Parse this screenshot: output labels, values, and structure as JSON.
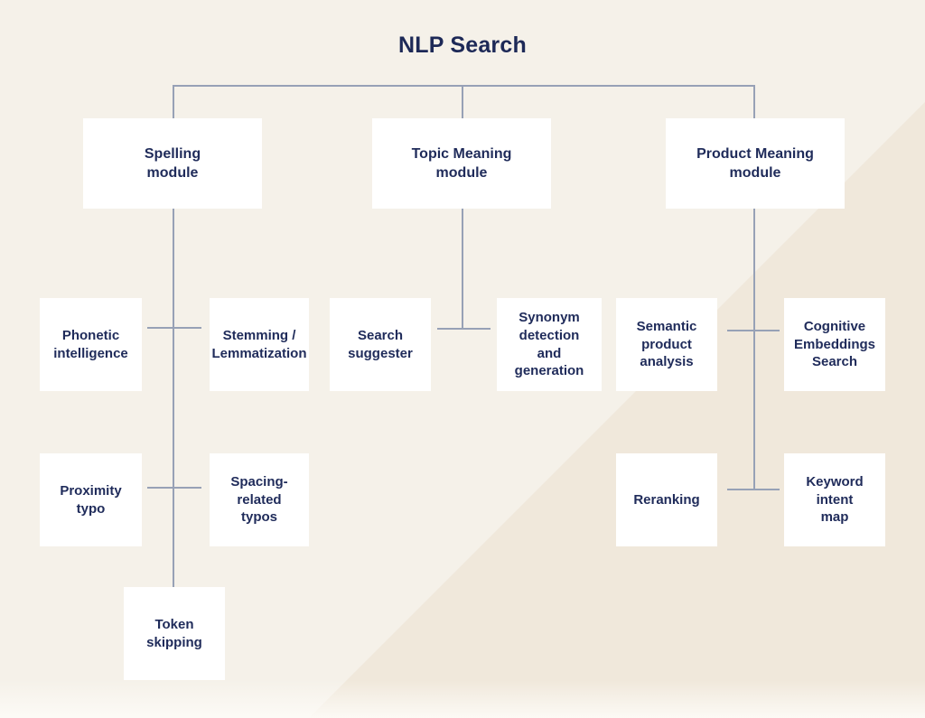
{
  "title": "NLP Search",
  "colors": {
    "background": "#f5f1e9",
    "background_accent": "#f0e8db",
    "node_fill": "#ffffff",
    "text": "#1f2b5a",
    "connector": "#97a1b6"
  },
  "nodes": {
    "spelling_module": "Spelling\nmodule",
    "topic_meaning_module": "Topic Meaning\nmodule",
    "product_meaning_module": "Product Meaning\nmodule",
    "phonetic_intelligence": "Phonetic\nintelligence",
    "stemming_lemmatization": "Stemming /\nLemmatization",
    "search_suggester": "Search\nsuggester",
    "synonym_detection": "Synonym\ndetection\nand\ngeneration",
    "semantic_product_analysis": "Semantic\nproduct\nanalysis",
    "cognitive_embeddings_search": "Cognitive\nEmbeddings\nSearch",
    "proximity_typo": "Proximity\ntypo",
    "spacing_related_typos": "Spacing-\nrelated\ntypos",
    "reranking": "Reranking",
    "keyword_intent_map": "Keyword\nintent\nmap",
    "token_skipping": "Token\nskipping"
  }
}
